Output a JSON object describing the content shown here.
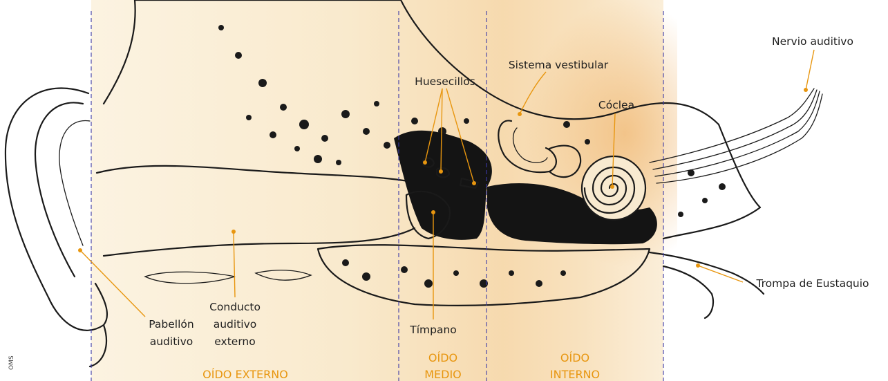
{
  "colors": {
    "accent": "#e8960f",
    "divider": "#3b3aa8",
    "ink": "#1a1a1a",
    "tissue": "#f7e6c6",
    "shade": "#f3c890"
  },
  "labels": {
    "nervio": "Nervio auditivo",
    "vestibular": "Sistema vestibular",
    "huesecillos": "Huesecillos",
    "coclea": "Cóclea",
    "conducto": [
      "Conducto",
      "auditivo",
      "externo"
    ],
    "pabellon": [
      "Pabellón",
      "auditivo"
    ],
    "timpano": "Tímpano",
    "trompa": "Trompa de Eustaquio"
  },
  "sections": {
    "externo": "OÍDO EXTERNO",
    "medio": [
      "OÍDO",
      "MEDIO"
    ],
    "interno": [
      "OÍDO",
      "INTERNO"
    ]
  },
  "credit": "OMS"
}
